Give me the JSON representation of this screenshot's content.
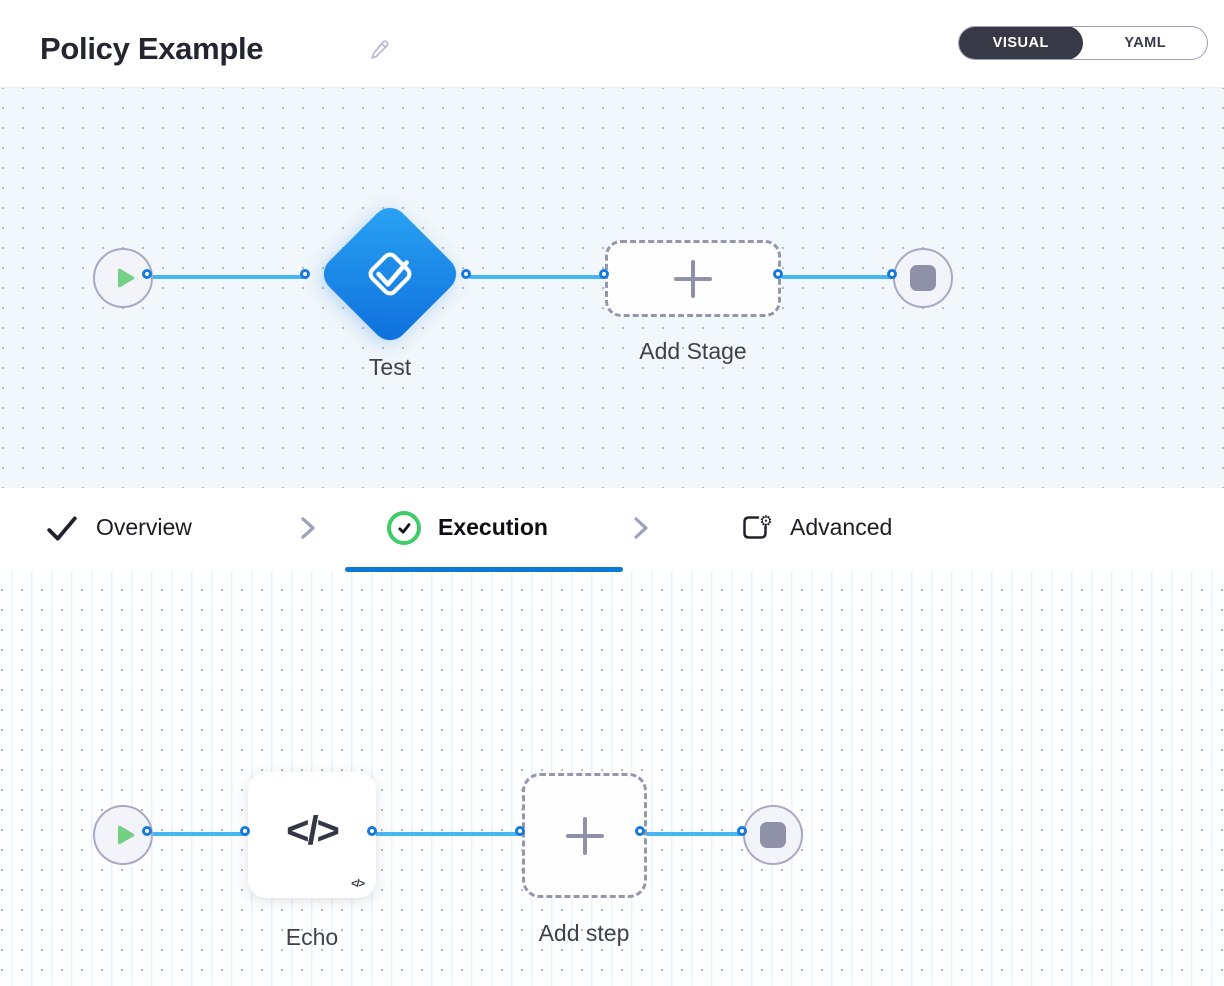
{
  "header": {
    "title": "Policy Example",
    "view_toggle": {
      "visual": "VISUAL",
      "yaml": "YAML",
      "selected": "VISUAL"
    }
  },
  "stage_pipeline": {
    "stage_label": "Test",
    "add_stage_label": "Add Stage"
  },
  "tabs": {
    "overview": "Overview",
    "execution": "Execution",
    "advanced": "Advanced",
    "active": "Execution"
  },
  "step_pipeline": {
    "step_label": "Echo",
    "step_icon_text": "</>",
    "step_badge_text": "</>",
    "add_step_label": "Add step"
  },
  "icons": [
    "pencil-icon",
    "play-icon",
    "stop-icon",
    "plus-icon",
    "approval-stage-icon",
    "check-icon",
    "check-circle-icon",
    "chevron-right-icon",
    "settings-square-icon",
    "code-icon"
  ],
  "colors": {
    "accent_blue": "#0b79d6",
    "connector_blue": "#47b7f3",
    "endpoint_blue": "#1779e0",
    "diamond_blue_start": "#2ba4f4",
    "diamond_blue_end": "#0d6edc",
    "success_green": "#3ecb68",
    "play_green": "#74d084",
    "dark_pill": "#383946",
    "canvas_stage_bg": "#f1f7fa",
    "canvas_step_bg": "#fdfeff"
  }
}
